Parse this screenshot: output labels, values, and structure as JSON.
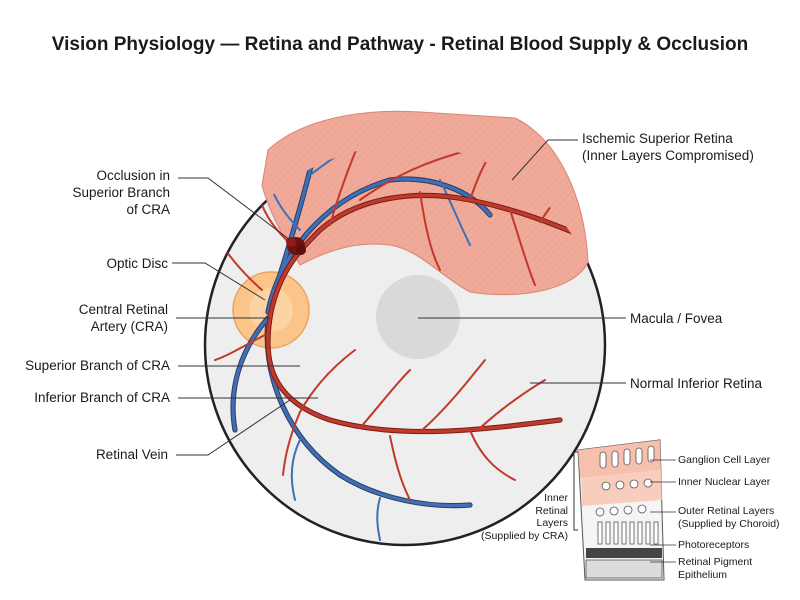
{
  "title": "Vision Physiology — Retina and Pathway - Retinal Blood Supply & Occlusion",
  "labels": {
    "occlusion": [
      "Occlusion in",
      "Superior Branch",
      "of CRA"
    ],
    "optic_disc": "Optic Disc",
    "cra": [
      "Central Retinal",
      "Artery (CRA)"
    ],
    "superior_branch": "Superior Branch of CRA",
    "inferior_branch": "Inferior Branch of CRA",
    "retinal_vein": "Retinal Vein",
    "ischemic": [
      "Ischemic Superior Retina",
      "(Inner Layers Compromised)"
    ],
    "macula": "Macula / Fovea",
    "normal_inferior": "Normal Inferior Retina"
  },
  "inset": {
    "inner_layers": [
      "Inner",
      "Retinal",
      "Layers",
      "(Supplied by CRA)"
    ],
    "ganglion": "Ganglion Cell Layer",
    "inner_nuclear": "Inner Nuclear Layer",
    "outer_layers": [
      "Outer Retinal Layers",
      "(Supplied by Choroid)"
    ],
    "photoreceptors": "Photoreceptors",
    "rpe": [
      "Retinal Pigment",
      "Epithelium"
    ]
  },
  "colors": {
    "artery": "#c0392b",
    "vein": "#3f6fb5",
    "ischemic": "#f0aa9a",
    "optic_disc": "#fbc58a",
    "macula": "#d9d9d9",
    "fundus": "#eeeeee"
  }
}
